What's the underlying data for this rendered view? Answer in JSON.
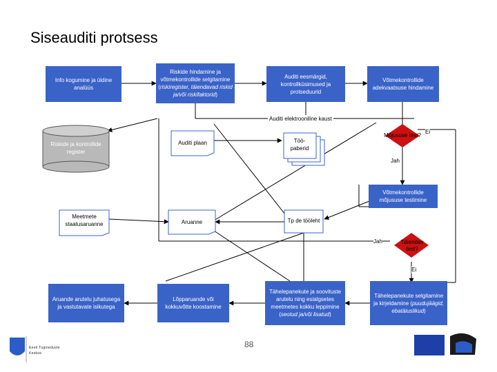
{
  "title": "Siseauditi protsess",
  "nodes": {
    "info": "Info kogumine ja üldine analüüs",
    "risk_assess_main": "Riskide hindamine ja võtmekontrollide selgitamine (",
    "risk_assess_italic": "riskiregister, täiendavad riskid ja/või riskifaktorid",
    "risk_assess_end": ")",
    "goals": "Auditi eesmärgid, kontrollküsimused ja protseduurid",
    "adequacy": "Võtmekontrollide adekvaatsuse hindamine",
    "archive": "Auditi elektrooniline kaust",
    "register": "Riskide ja kontrollide register",
    "audit_plan": "Auditi plaan",
    "workpapers": "Töö-paberid",
    "impact_q": "Mõjususe test?",
    "yes1": "Jah",
    "no1": "Ei",
    "impact_test": "Võtmekontrollide mõjususe testimine",
    "status_report": "Meetmete staatusaruanne",
    "report": "Aruanne",
    "workflow": "Tp de tööleht",
    "yes2": "Jah",
    "additional_q": "Täiendav test?",
    "no2": "Ei",
    "report_discuss": "Aruande arutelu juhatusega ja vastutavate isikutega",
    "final_report": "Lõpparuande või kokkuvõtte koostamine",
    "findings_main": "Tähelepanekute ja soovituste arutelu ning esialgsetes meetmetes kokku leppimine (",
    "findings_italic": "seotud ja/või lisatud",
    "findings_end": ")",
    "obs_main": "Tähelepanekute selgitamine ja kirjeldamine (",
    "obs_italic": "puudujäägid, ebatäiuslikud",
    "obs_end": ")"
  },
  "page_number": "88",
  "logo_left": {
    "line1": "Eesti Tugineduste",
    "line2": "Keskus"
  },
  "colors": {
    "blue": "#3a63c8",
    "red": "#cc1111",
    "title": "#000000"
  }
}
